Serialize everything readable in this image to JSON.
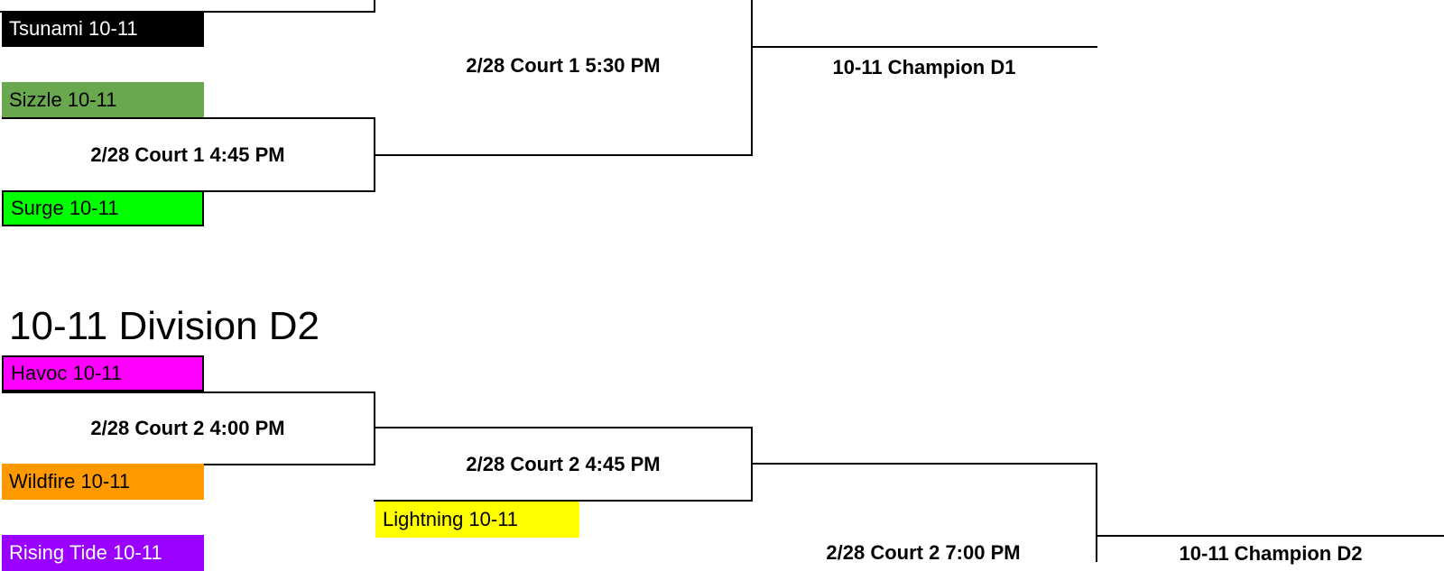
{
  "division1": {
    "teams": [
      {
        "name": "Tsunami 10-11",
        "bg": "#000000",
        "fg": "#ffffff"
      },
      {
        "name": "Sizzle 10-11",
        "bg": "#6aa84f",
        "fg": "#000000"
      },
      {
        "name": "Surge 10-11",
        "bg": "#00ff00",
        "fg": "#000000"
      }
    ],
    "games": {
      "semi": "2/28 Court 1 4:45 PM",
      "final": "2/28 Court 1 5:30 PM"
    },
    "champion": "10-11 Champion D1"
  },
  "division2": {
    "title": "10-11 Division D2",
    "teams": [
      {
        "name": "Havoc 10-11",
        "bg": "#ff00ff",
        "fg": "#000000"
      },
      {
        "name": "Wildfire 10-11",
        "bg": "#ff9900",
        "fg": "#000000"
      },
      {
        "name": "Lightning 10-11",
        "bg": "#ffff00",
        "fg": "#000000"
      },
      {
        "name": "Rising Tide 10-11",
        "bg": "#9900ff",
        "fg": "#ffffff"
      }
    ],
    "games": {
      "r1": "2/28 Court 2 4:00 PM",
      "r2": "2/28 Court 2 4:45 PM",
      "final": "2/28 Court 2 7:00 PM"
    },
    "champion": "10-11 Champion D2"
  }
}
